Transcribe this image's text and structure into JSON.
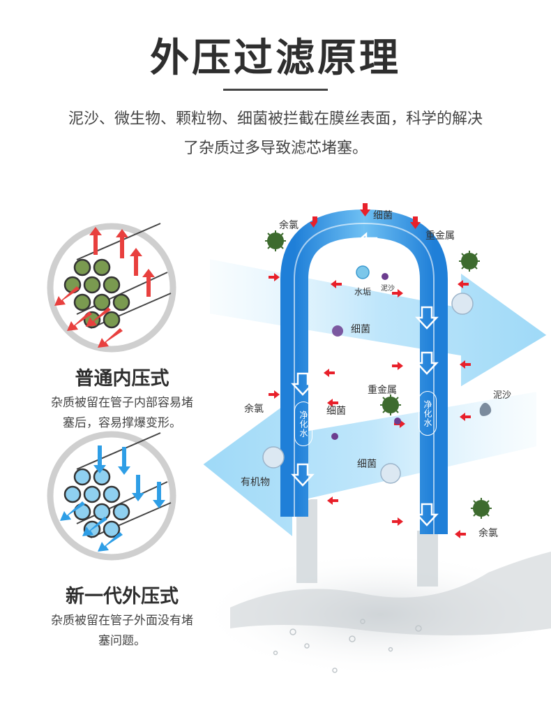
{
  "title": "外压过滤原理",
  "description": {
    "line1": "泥沙、微生物、颗粒物、细菌被拦截在膜丝表面，科学的解决",
    "line2": "了杂质过多导致滤芯堵塞。"
  },
  "types": [
    {
      "heading": "普通内压式",
      "desc_line1": "杂质被留在管子内部容易堵",
      "desc_line2": "塞后，容易撑爆变形。"
    },
    {
      "heading": "新一代外压式",
      "desc_line1": "杂质被留在管子外面没有堵",
      "desc_line2": "塞问题。"
    }
  ],
  "labels": {
    "yu_lv_top": "余氯",
    "xi_jun_top": "细菌",
    "zhong_jin_shu_top": "重金属",
    "shui_gou": "水垢",
    "ni_sha_small": "泥沙",
    "xi_jun_mid": "细菌",
    "zhong_jin_shu_mid": "重金属",
    "yu_lv_mid": "余氯",
    "xi_jun_inner": "细菌",
    "ni_sha_right": "泥沙",
    "xi_jun_low": "细菌",
    "you_ji_wu": "有机物",
    "yu_lv_bottom": "余氯",
    "purified_left": "净化水",
    "purified_right": "净化水"
  },
  "colors": {
    "pipe_blue": "#2b8fe0",
    "pipe_light": "#8ccbf5",
    "arrow_band": "#bfe6fb",
    "red_arrow": "#e8202a",
    "inner_tube_fill": "#7a9a50",
    "outer_tube_fill": "#8fd0f0",
    "virus_green": "#3d6b2e"
  }
}
